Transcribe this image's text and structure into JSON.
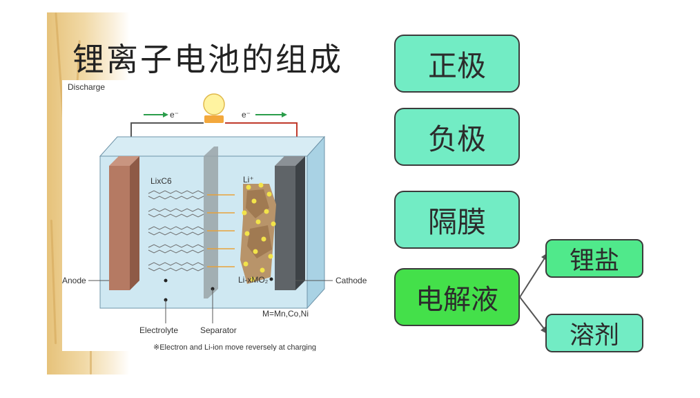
{
  "title": "锂离子电池的组成",
  "diagram": {
    "discharge": "Discharge",
    "electron_left": "e⁻",
    "electron_right": "e⁻",
    "lixc6": "LixC6",
    "li_ion": "Li⁺",
    "anode": "Anode",
    "cathode": "Cathode",
    "limo2": "Li-xMO₂",
    "metal_note": "M=Mn,Co,Ni",
    "electrolyte": "Electrolyte",
    "separator": "Separator",
    "footnote": "※Electron and Li-ion move reversely at charging"
  },
  "components": {
    "positive": "正极",
    "negative": "负极",
    "separator": "隔膜",
    "electrolyte": "电解液",
    "lithium_salt": "锂盐",
    "solvent": "溶剂"
  },
  "colors": {
    "box_fill": "#72ecc4",
    "electrolyte_fill": "#44e04a",
    "sub_box_fill": "#50e98b",
    "anode": "#b57a63",
    "cathode": "#5f6468",
    "tank": "#bfe0ee"
  }
}
